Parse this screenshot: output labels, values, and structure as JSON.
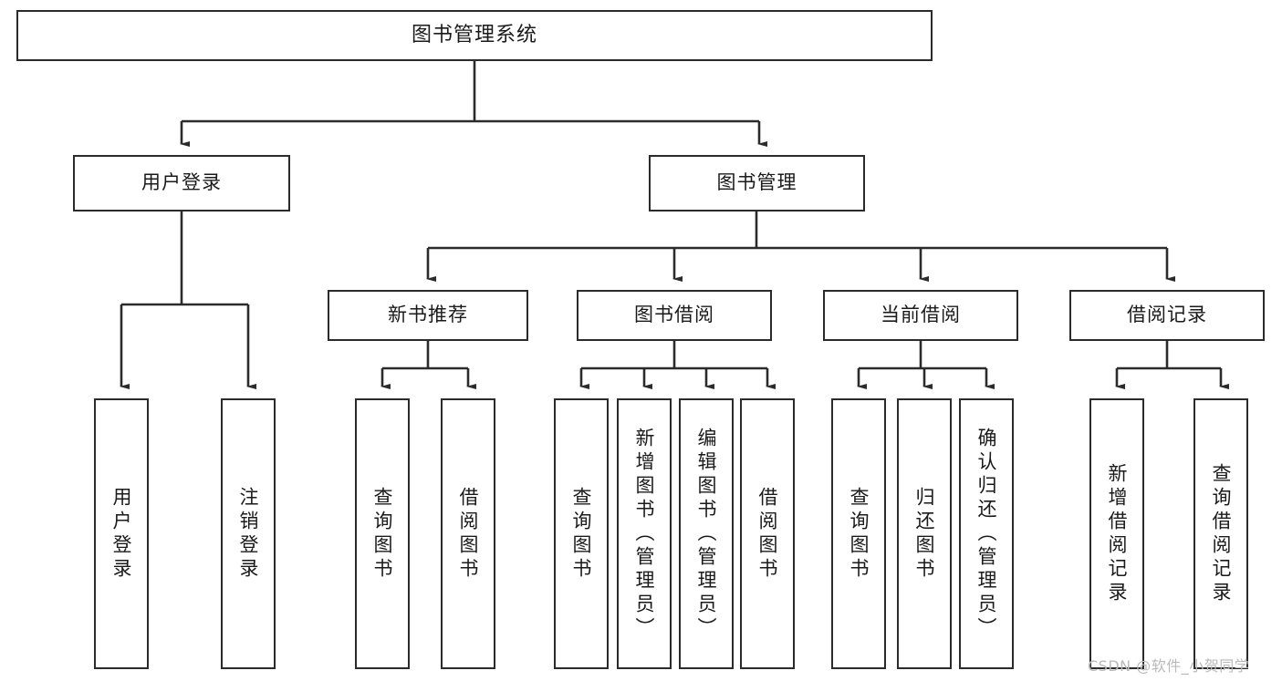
{
  "diagram": {
    "title": "图书管理系统",
    "watermark": "CSDN @软件_小贺同学",
    "stroke_color": "#2b2b2b",
    "fill_color": "#ffffff",
    "watermark_color": "#b9b9b9",
    "levels": {
      "root": {
        "label": "图书管理系统"
      },
      "level2": [
        {
          "label": "用户登录"
        },
        {
          "label": "图书管理"
        }
      ],
      "level3": [
        {
          "label": "新书推荐"
        },
        {
          "label": "图书借阅"
        },
        {
          "label": "当前借阅"
        },
        {
          "label": "借阅记录"
        }
      ],
      "leaves": {
        "user_login": [
          {
            "label": "用户登录"
          },
          {
            "label": "注销登录"
          }
        ],
        "new_book_recommend": [
          {
            "label": "查询图书"
          },
          {
            "label": "借阅图书"
          }
        ],
        "book_borrow": [
          {
            "label": "查询图书"
          },
          {
            "label": "新增图书（管理员）"
          },
          {
            "label": "编辑图书（管理员）"
          },
          {
            "label": "借阅图书"
          }
        ],
        "current_borrow": [
          {
            "label": "查询图书"
          },
          {
            "label": "归还图书"
          },
          {
            "label": "确认归还（管理员）"
          }
        ],
        "borrow_record": [
          {
            "label": "新增借阅记录"
          },
          {
            "label": "查询借阅记录"
          }
        ]
      }
    }
  }
}
